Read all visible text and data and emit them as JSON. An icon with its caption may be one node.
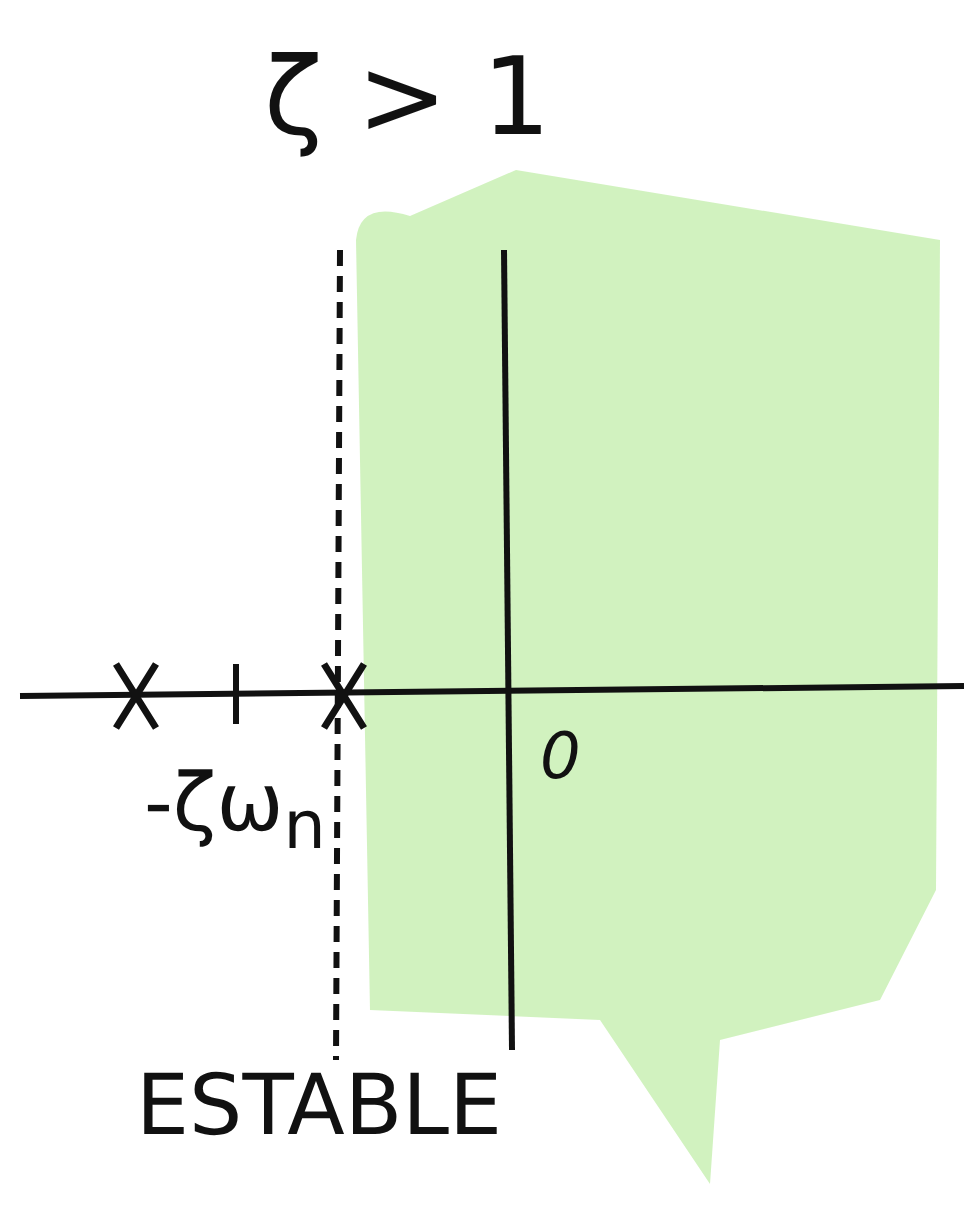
{
  "diagram": {
    "labels": [
      "ζ > 1",
      "-ζω$_{n}$",
      "0",
      "ESTABLE"
    ]
  }
}
